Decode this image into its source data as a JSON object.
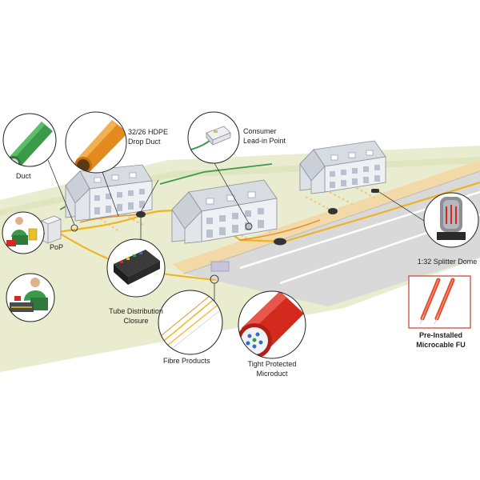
{
  "labels": {
    "duct": "Duct",
    "drop_duct_1": "32/26 HDPE",
    "drop_duct_2": "Drop Duct",
    "consumer_1": "Consumer",
    "consumer_2": "Lead-in Point",
    "pop": "PoP",
    "splitter": "1:32 Splitter Dome",
    "tube_1": "Tube Distribution",
    "tube_2": "Closure",
    "microcable_1": "Pre-Installed",
    "microcable_2": "Microcable FU",
    "fibre": "Fibre Products",
    "tight_1": "Tight Protected",
    "tight_2": "Microduct"
  },
  "colors": {
    "ground": "#e9eccf",
    "road": "#d9d9d9",
    "road_line": "#ffffff",
    "verge": "#f2d9a8",
    "yellow_duct": "#f2b21f",
    "green_duct": "#3a9a4a",
    "orange_duct": "#e58a1e",
    "red_duct": "#d42a1e",
    "house_wall": "#eef0f4",
    "house_roof": "#d7dbe2",
    "house_outline": "#8a8f99",
    "inset_border": "#222222",
    "panel_border": "#cc3b2a"
  },
  "icons": {
    "duct_inset": "green-duct-icon",
    "drop_duct_inset": "orange-duct-icon",
    "consumer_inset": "lead-in-box-icon",
    "pop_worker_inset": "worker-icon",
    "splice_worker_inset": "worker-icon",
    "tube_closure_inset": "closure-icon",
    "fibre_inset": "fibre-bundle-icon",
    "tight_inset": "microduct-icon",
    "splitter_inset": "splitter-dome-icon",
    "microcable_panel": "microcable-icon"
  }
}
